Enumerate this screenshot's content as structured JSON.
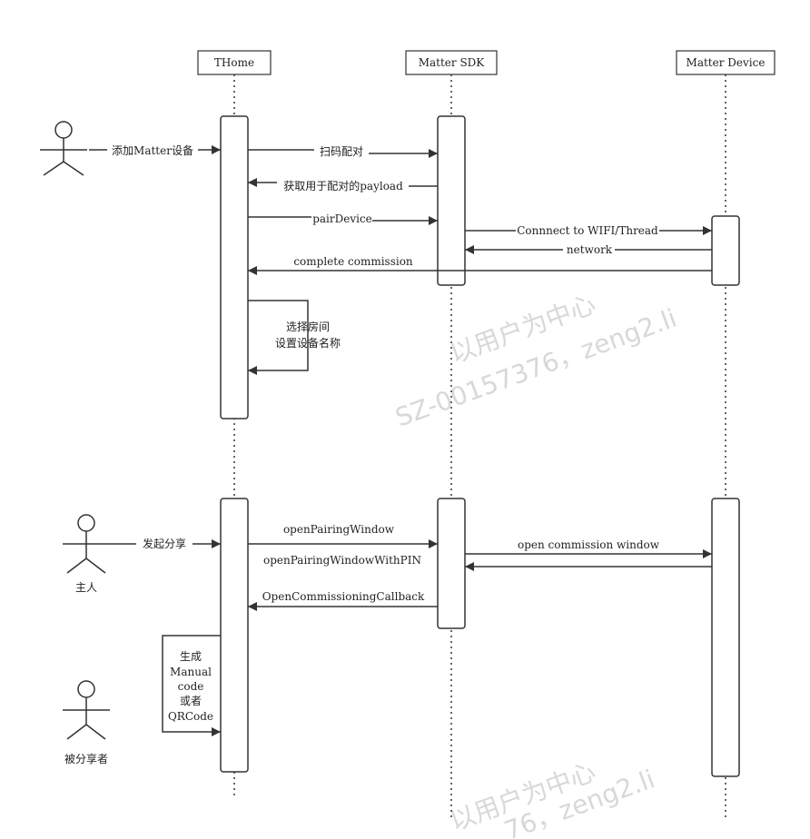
{
  "participants": {
    "thome": "THome",
    "matter_sdk": "Matter SDK",
    "matter_device": "Matter Device"
  },
  "actors": {
    "owner_label": "主人",
    "sharee_label": "被分享者"
  },
  "messages": {
    "add_device": "添加Matter设备",
    "scan_code": "扫码配对",
    "get_payload": "获取用于配对的payload",
    "pair_device": "pairDevice",
    "connect_wifi": "Connnect to WIFI/Thread",
    "network": "network",
    "complete_commission": "complete commission",
    "select_room_line1": "选择房间",
    "select_room_line2": "设置设备名称",
    "start_share": "发起分享",
    "open_pairing_window": "openPairingWindow",
    "open_pairing_window_pin": "openPairingWindowWithPIN",
    "open_commission_window": "open commission window",
    "open_commissioning_callback": "OpenCommissioningCallback",
    "generate_line1": "生成",
    "generate_line2": "Manual",
    "generate_line3": "code",
    "generate_line4": "或者",
    "generate_line5": "QRCode"
  },
  "watermark": {
    "line1": "以用户为中心",
    "line2": "SZ-00157376，zeng2.li",
    "line3": "以用户为中心",
    "line4": "76，zeng2.li"
  }
}
